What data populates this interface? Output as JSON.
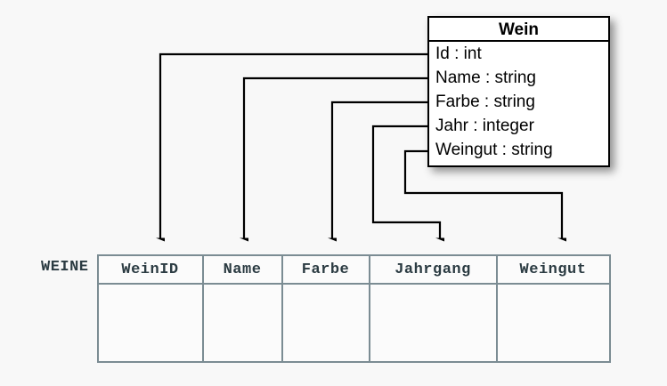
{
  "diagram": {
    "background_color": "#f8f8f8",
    "line_color": "#000000"
  },
  "class_box": {
    "title": "Wein",
    "attributes": [
      {
        "label": "Id : int"
      },
      {
        "label": "Name : string"
      },
      {
        "label": "Farbe : string"
      },
      {
        "label": "Jahr : integer"
      },
      {
        "label": "Weingut : string"
      }
    ]
  },
  "table": {
    "label": "WEINE",
    "border_color": "#7b8c93",
    "text_color": "#2b3b42",
    "columns": [
      {
        "header": "WeinID"
      },
      {
        "header": "Name"
      },
      {
        "header": "Farbe"
      },
      {
        "header": "Jahrgang"
      },
      {
        "header": "Weingut"
      }
    ],
    "rows": [
      [
        "",
        "",
        "",
        "",
        ""
      ]
    ]
  },
  "mappings": [
    {
      "from": "Id : int",
      "to": "WeinID"
    },
    {
      "from": "Name : string",
      "to": "Name"
    },
    {
      "from": "Farbe : string",
      "to": "Farbe"
    },
    {
      "from": "Jahr : integer",
      "to": "Jahrgang"
    },
    {
      "from": "Weingut : string",
      "to": "Weingut"
    }
  ]
}
